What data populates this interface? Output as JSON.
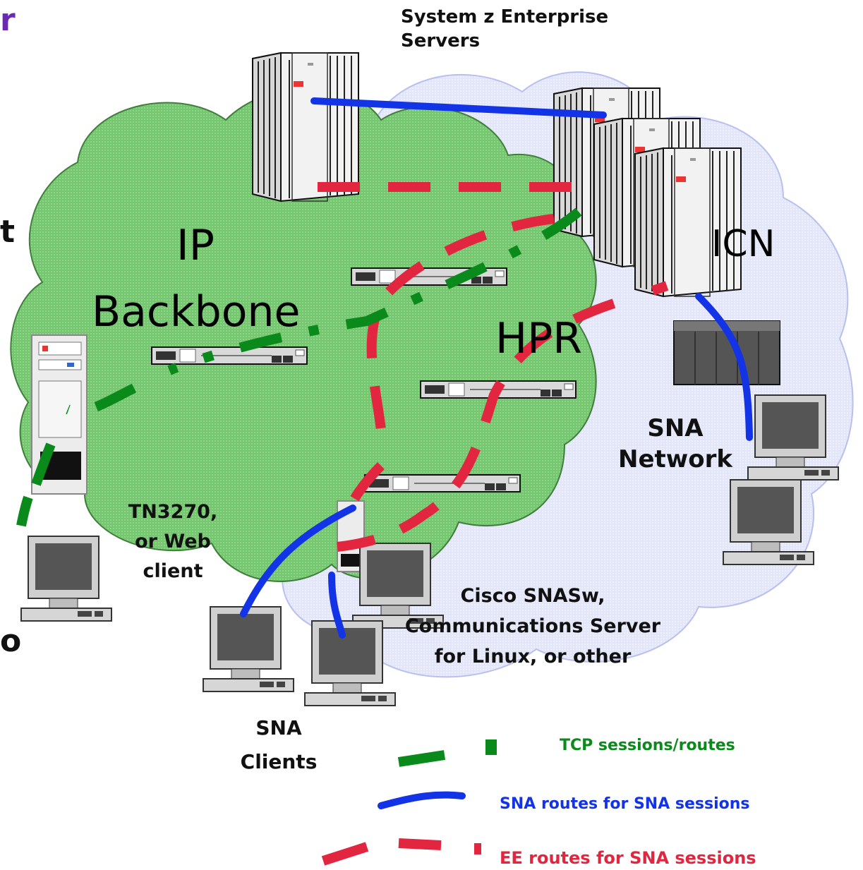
{
  "labels": {
    "servers": "System z Enterprise",
    "servers_2": "Servers",
    "ip": "IP",
    "backbone": "Backbone",
    "hpr": "HPR",
    "icn": "ICN",
    "sna_network_1": "SNA",
    "sna_network_2": "Network",
    "tn3270_1": "TN3270,",
    "tn3270_2": "or Web",
    "tn3270_3": "client",
    "cisco_1": "Cisco SNASw,",
    "cisco_2": "Communications Server",
    "cisco_3": "for Linux, or other",
    "sna_clients_1": "SNA",
    "sna_clients_2": "Clients",
    "edge_r": "r",
    "edge_t": "t",
    "edge_o": "o"
  },
  "legend": [
    {
      "label": "TCP sessions/routes",
      "color": "#0a8a1a",
      "style": "dash-dot"
    },
    {
      "label": "SNA routes for SNA sessions",
      "color": "#1233e6",
      "style": "solid"
    },
    {
      "label": "EE routes for SNA sessions",
      "color": "#e3263f",
      "style": "dashed"
    }
  ],
  "colors": {
    "tcp": "#0a8a1a",
    "sna": "#1233e6",
    "ee": "#e3263f",
    "ip_cloud": "#74c66f",
    "sna_cloud": "#dfe3f8",
    "accent_edge": "#6a2bb0"
  },
  "icons": [
    "mainframe-icon",
    "router-icon",
    "workstation-icon",
    "server-rack-icon",
    "storage-icon",
    "cloud-icon"
  ]
}
